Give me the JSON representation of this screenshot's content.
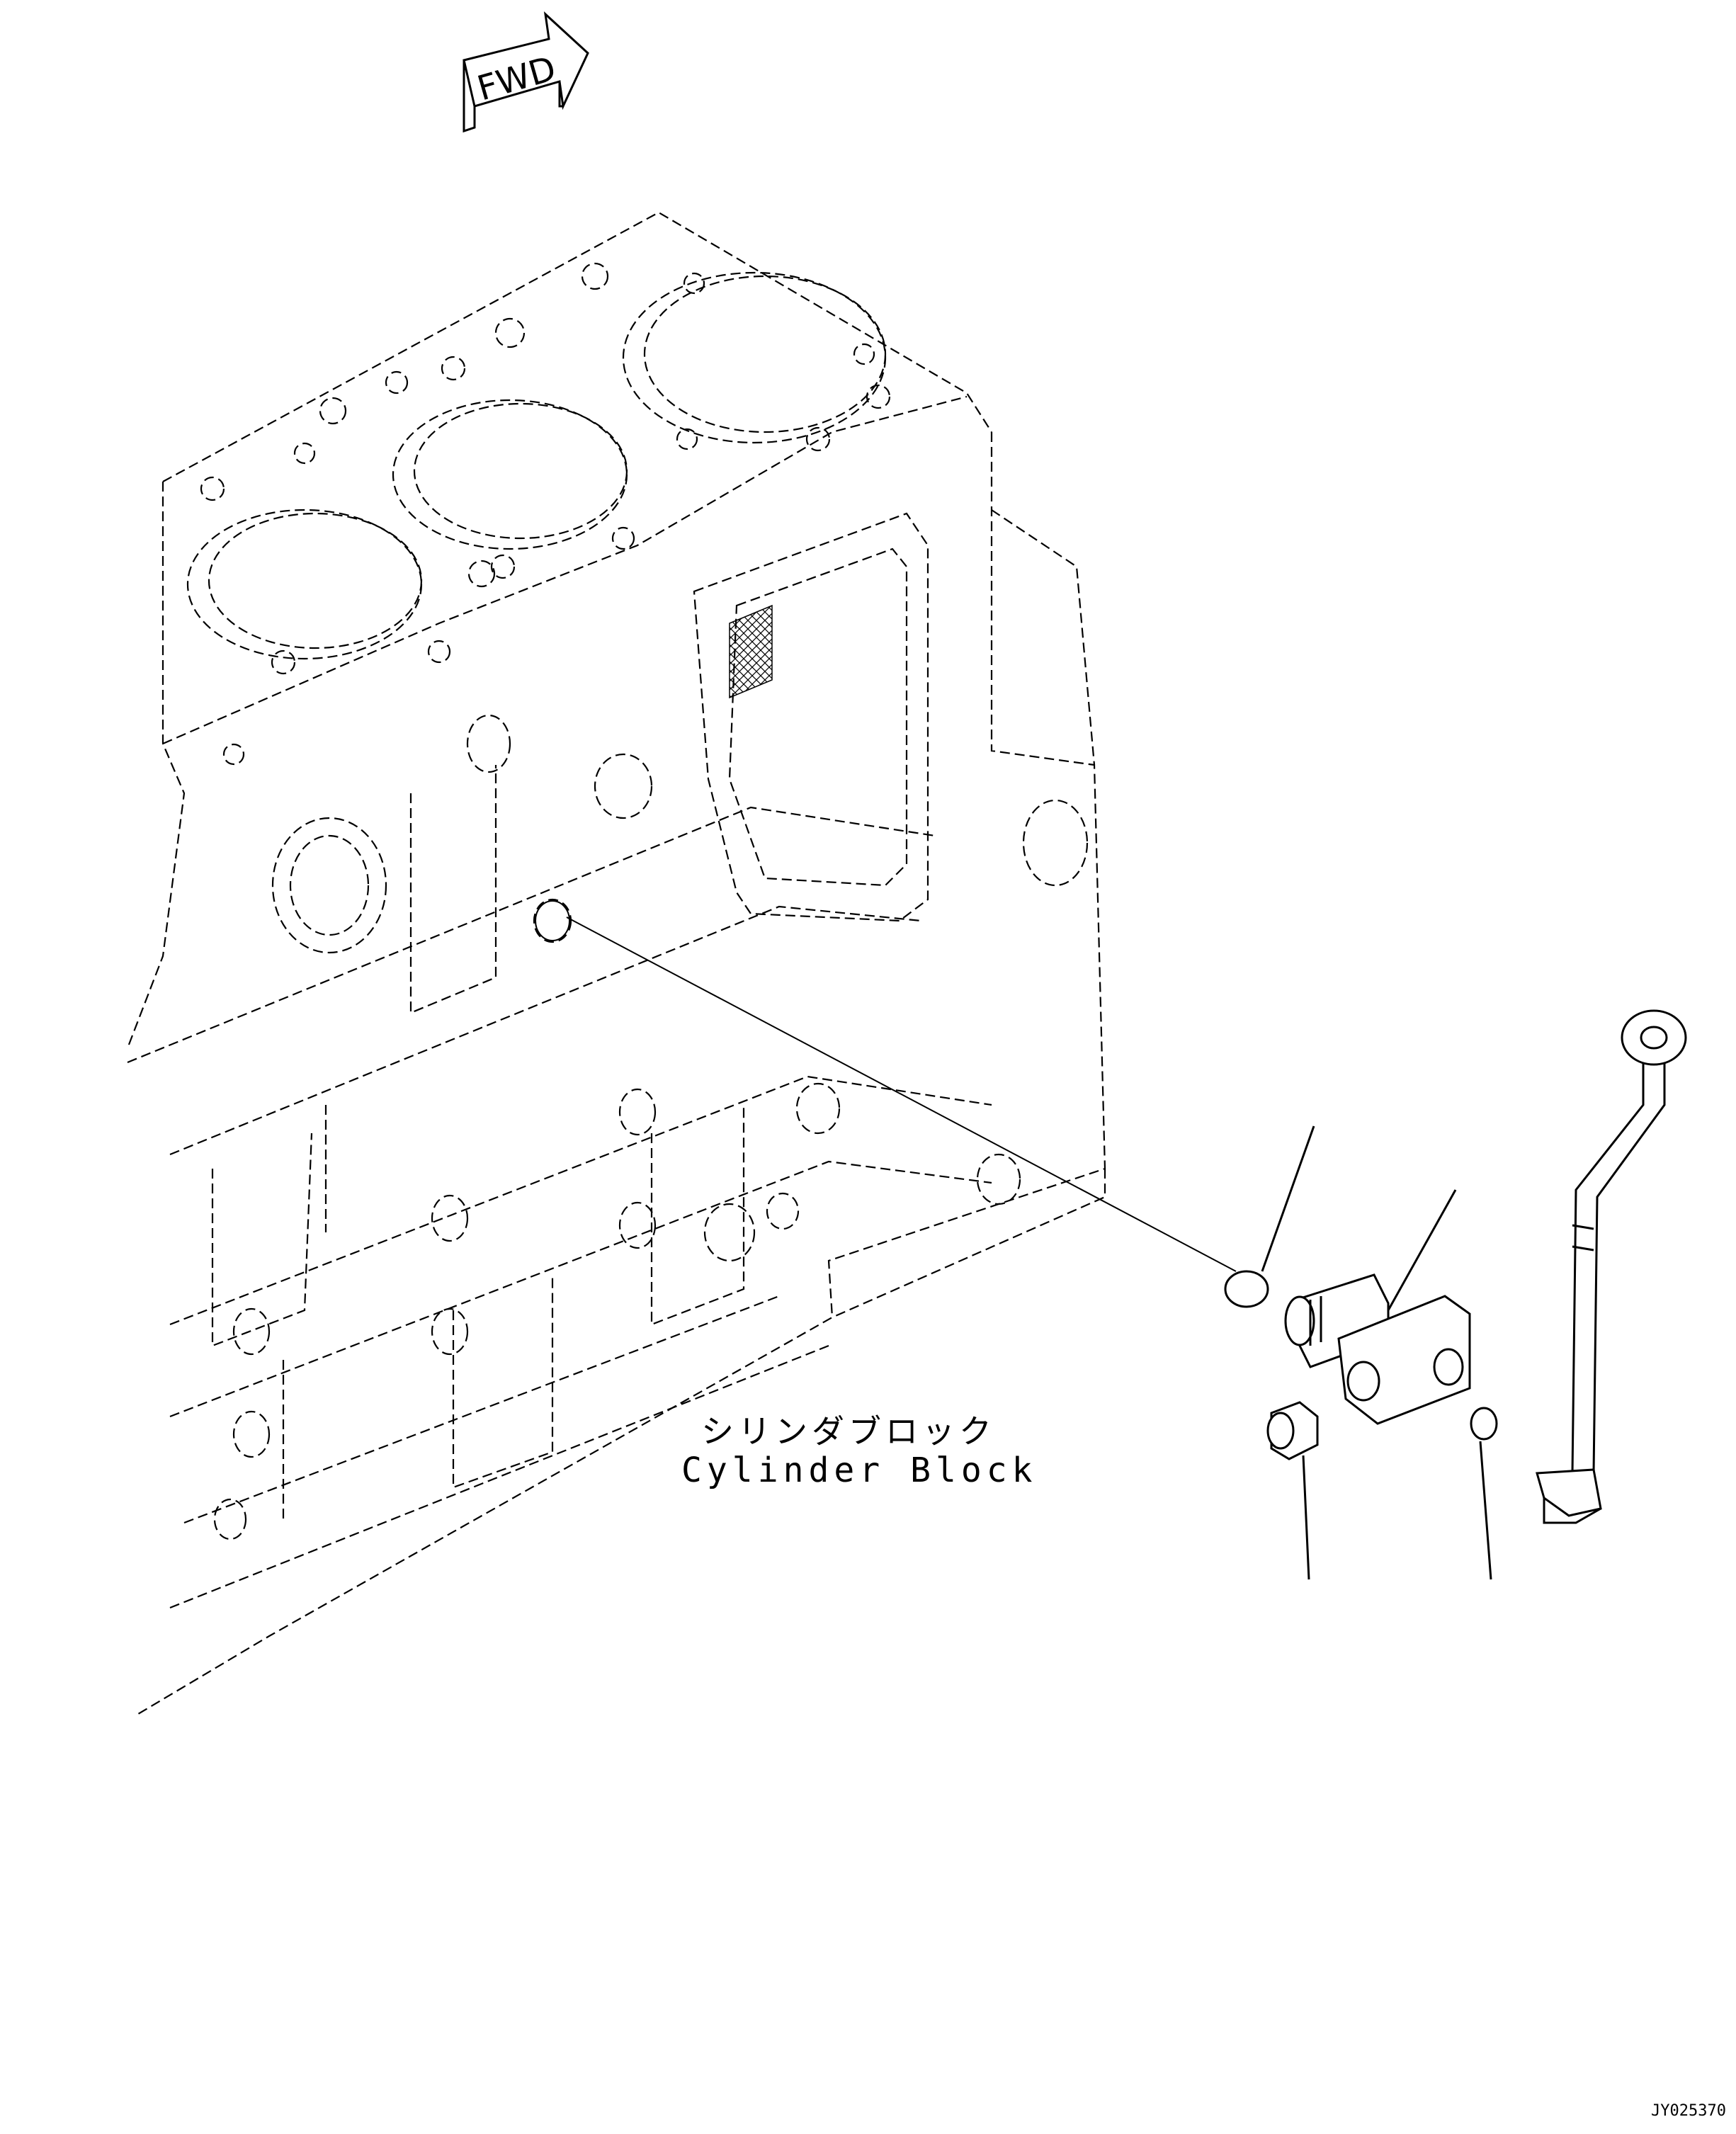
{
  "labels": {
    "part_name_jp": "シリンダブロック",
    "part_name_en": "Cylinder Block",
    "fwd": "FWD",
    "drawing_id": "JY025370"
  },
  "colors": {
    "line": "#000000",
    "background": "#ffffff"
  },
  "icons": {
    "direction": "fwd-arrow-icon"
  }
}
